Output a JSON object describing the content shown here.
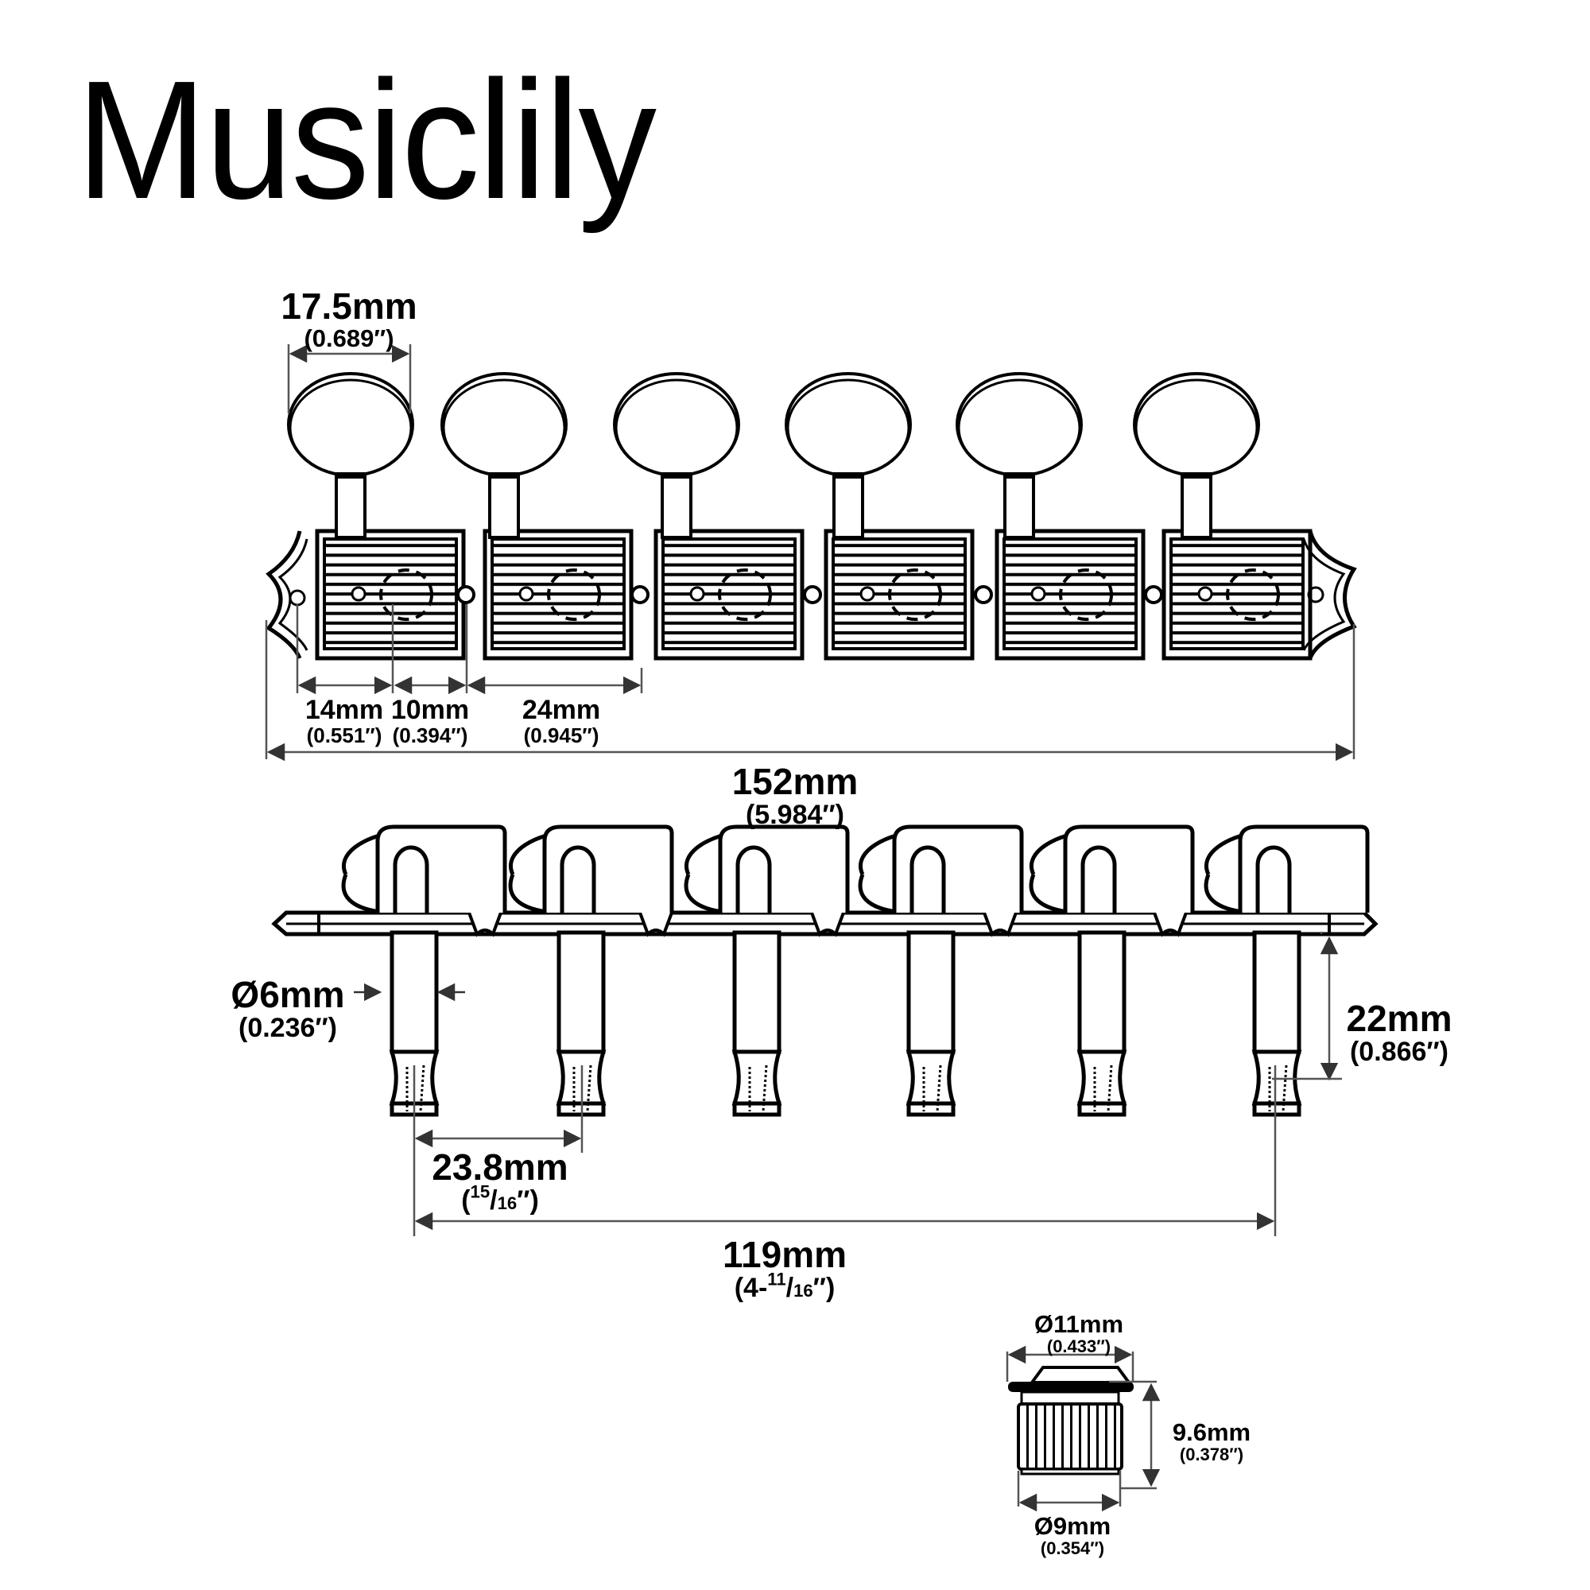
{
  "brand": {
    "title": "Musiclily"
  },
  "top_view": {
    "button_width": {
      "mm": "17.5mm",
      "inch": "(0.689″)"
    },
    "spacing": [
      {
        "mm": "14mm",
        "inch": "(0.551″)"
      },
      {
        "mm": "10mm",
        "inch": "(0.394″)"
      },
      {
        "mm": "24mm",
        "inch": "(0.945″)"
      }
    ],
    "overall_length": {
      "mm": "152mm",
      "inch": "(5.984″)"
    },
    "tuner_count": 6
  },
  "side_view": {
    "post_diameter": {
      "mm": "Ø6mm",
      "inch": "(0.236″)"
    },
    "post_height": {
      "mm": "22mm",
      "inch": "(0.866″)"
    },
    "post_spacing": {
      "mm": "23.8mm",
      "inch_open": "(",
      "inch_num": "15",
      "inch_sep": "/",
      "inch_den": "16",
      "inch_close": "″)"
    },
    "post_span": {
      "mm": "119mm",
      "inch_open": "(4-",
      "inch_num": "11",
      "inch_sep": "/",
      "inch_den": "16",
      "inch_close": "″)"
    }
  },
  "bushing": {
    "outer_diameter": {
      "mm": "Ø11mm",
      "inch": "(0.433″)"
    },
    "height": {
      "mm": "9.6mm",
      "inch": "(0.378″)"
    },
    "inner_diameter": {
      "mm": "Ø9mm",
      "inch": "(0.354″)"
    }
  },
  "colors": {
    "line": "#000000",
    "dimension_line": "#555555",
    "background": "#ffffff"
  }
}
